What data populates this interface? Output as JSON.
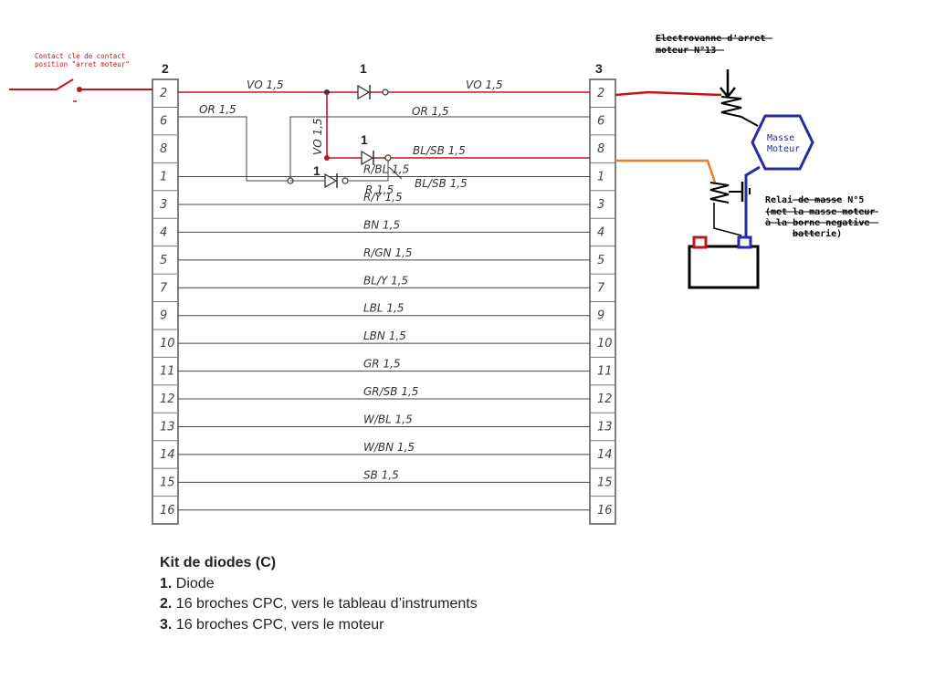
{
  "contact": {
    "line1": "Contact cle de contact",
    "line2": "position \"arret moteur\""
  },
  "electrovanne": {
    "line1": "Electrovanne d'arret",
    "line2": "moteur N°13"
  },
  "masse_moteur": {
    "line1": "Masse",
    "line2": "Moteur"
  },
  "relai": {
    "line1": "Relai de masse N°5",
    "line2": "(met la masse moteur",
    "line3": "à la borne negative",
    "line4": "batterie)"
  },
  "connectors": {
    "left_number": "2",
    "right_number": "3",
    "diode_number": "1",
    "pins": [
      "2",
      "6",
      "8",
      "1",
      "3",
      "4",
      "5",
      "7",
      "9",
      "10",
      "11",
      "12",
      "13",
      "14",
      "15",
      "16"
    ]
  },
  "wires": {
    "vo_left": "VO 1,5",
    "vo_right": "VO 1,5",
    "or_left": "OR 1,5",
    "or_right": "OR 1,5",
    "vo_vertical": "VO 1,5",
    "blsb_upper": "BL/SB 1,5",
    "blsb_pointer": "BL/SB 1,5",
    "r": "R 1,5",
    "rows": [
      "R/BL 1,5",
      "R/Y 1,5",
      "BN 1,5",
      "R/GN 1,5",
      "BL/Y 1,5",
      "LBL 1,5",
      "LBN 1,5",
      "GR 1,5",
      "GR/SB 1,5",
      "W/BL 1,5",
      "W/BN 1,5",
      "SB 1,5"
    ]
  },
  "legend": {
    "title": "Kit de diodes (C)",
    "items": [
      {
        "num": "1.",
        "text": " Diode"
      },
      {
        "num": "2.",
        "text": " 16 broches CPC, vers le tableau d’instruments"
      },
      {
        "num": "3.",
        "text": " 16 broches CPC, vers le moteur"
      }
    ]
  },
  "colors": {
    "red_wire": "#c0161b",
    "orange_wire": "#f07d1e",
    "blue": "#2a2aa0",
    "ink": "#333333"
  }
}
